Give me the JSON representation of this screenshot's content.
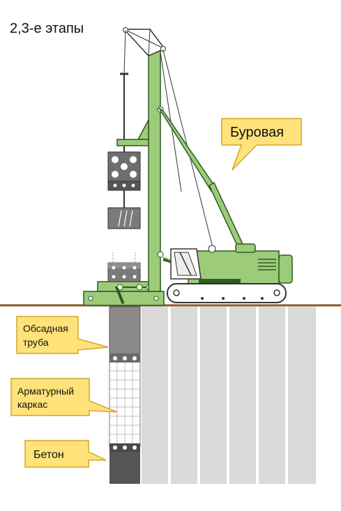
{
  "title": "2,3-е этапы",
  "callouts": {
    "rig": "Буровая",
    "casing_line1": "Обсадная",
    "casing_line2": "труба",
    "cage_line1": "Арматурный",
    "cage_line2": "каркас",
    "concrete": "Бетон"
  },
  "colors": {
    "machine_green": "#9ccc7a",
    "machine_outline": "#2f5a22",
    "callout_fill": "#ffe27a",
    "callout_stroke": "#d4a62a",
    "ground_line": "#8a5a2e",
    "soil_panel": "#d9d9d9",
    "casing_gray": "#8a8a8a",
    "concrete_dark": "#555555",
    "bucket_gray": "#7a7a7a"
  }
}
